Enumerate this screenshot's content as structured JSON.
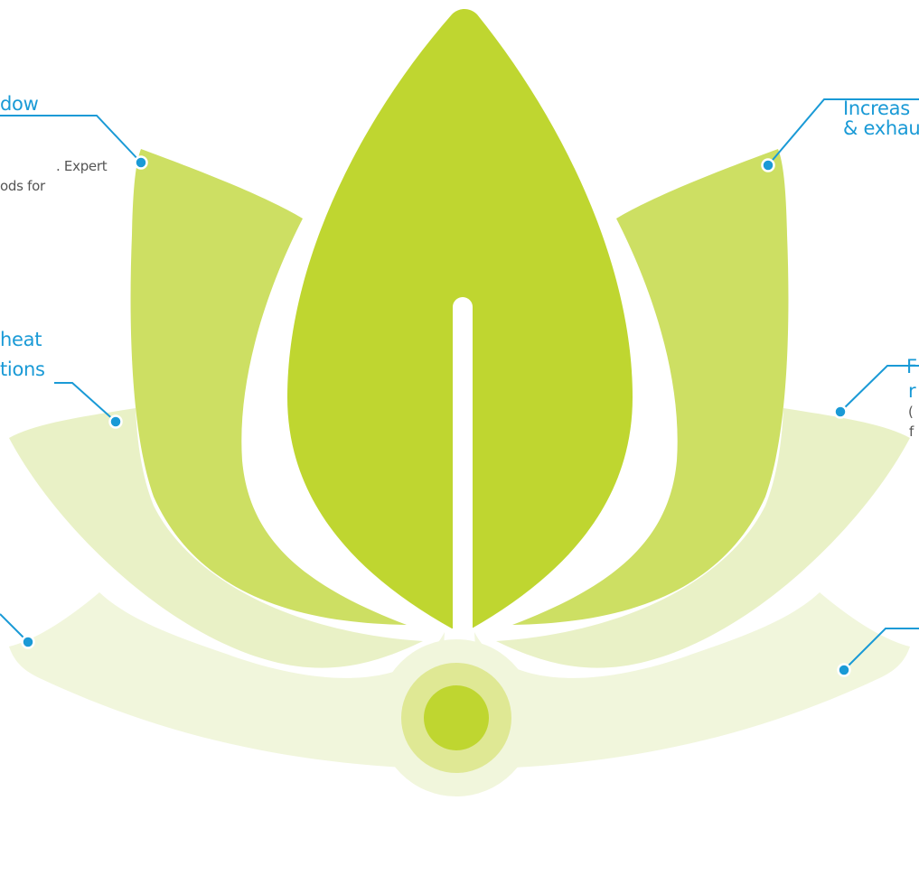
{
  "colors": {
    "accent": "#1a9ad6",
    "center_petal": "#bfd630",
    "mid_petal": "#cddf63",
    "outer_petal": "#e9f1c6",
    "bottom_petal": "#f1f6dc",
    "text": "#555555"
  },
  "labels": {
    "top_left_title": "dow",
    "top_left_desc_1": ". Expert",
    "top_left_desc_2": "ods for",
    "top_right_title_1": "Increas",
    "top_right_title_2": "& exhau",
    "mid_left_title_1": "heat",
    "mid_left_title_2": "tions",
    "mid_right_title_1": "F",
    "mid_right_title_2": "r",
    "mid_right_desc_1": "(",
    "mid_right_desc_2": "f"
  }
}
